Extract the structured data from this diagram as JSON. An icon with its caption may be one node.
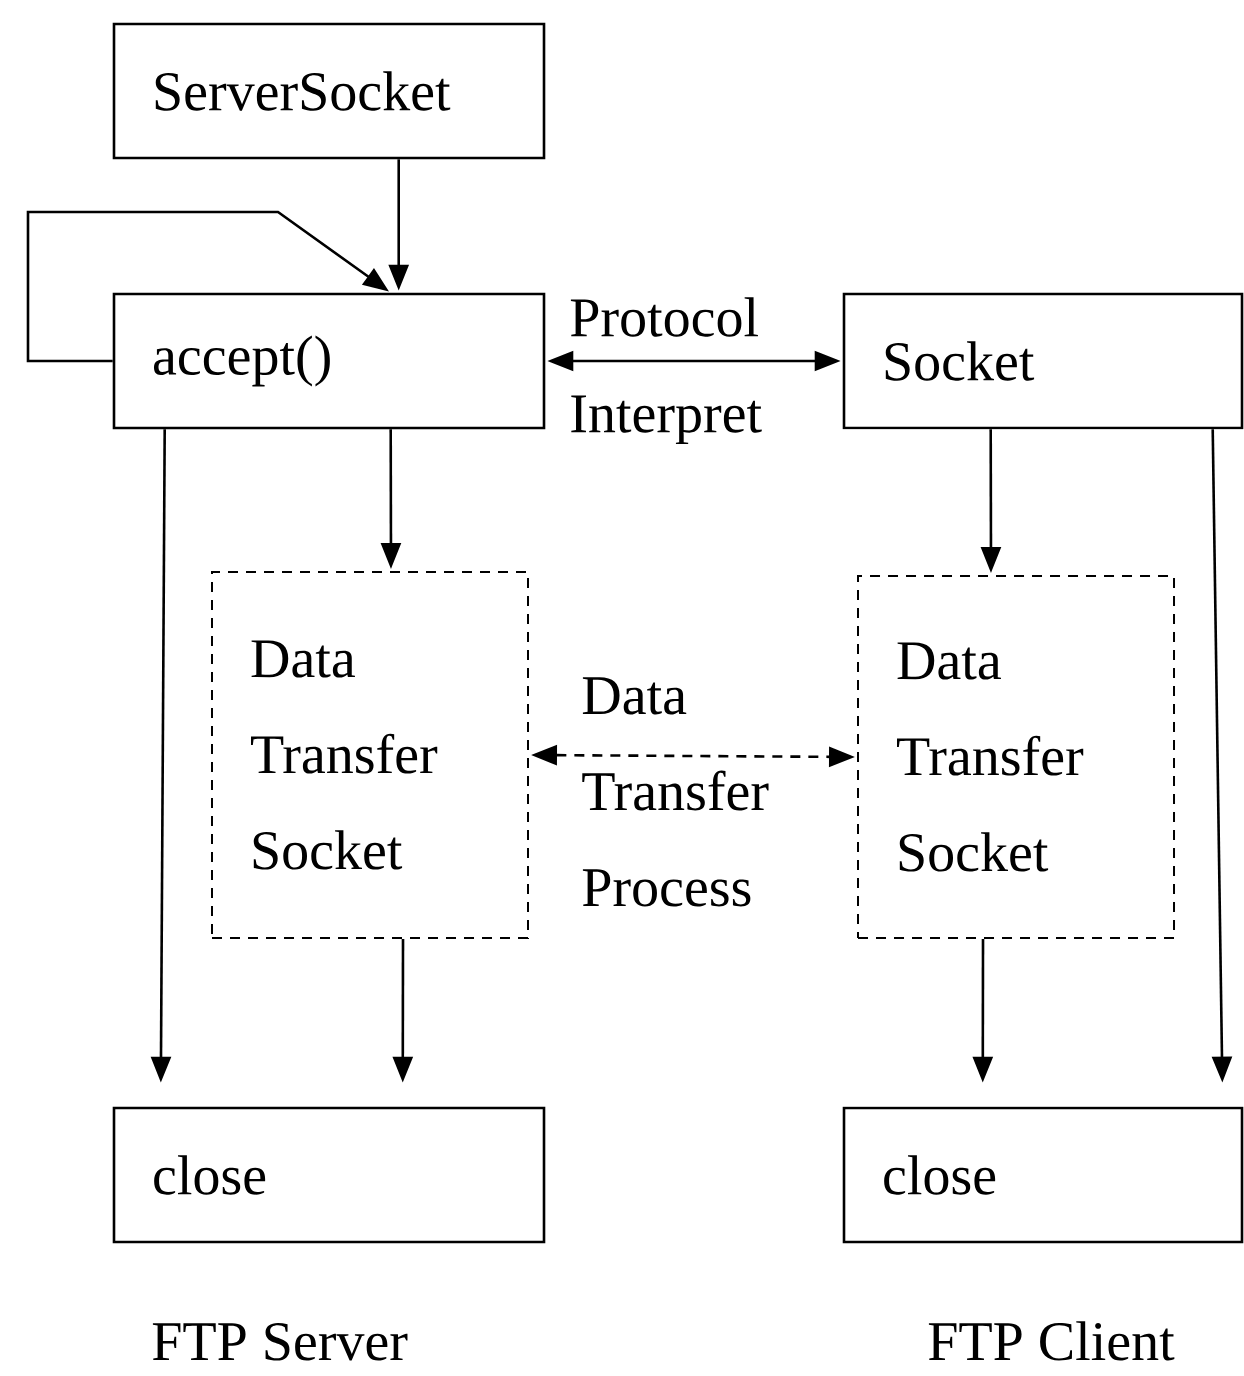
{
  "diagram": {
    "nodes": [
      {
        "text": [
          "ServerSocket"
        ]
      },
      {
        "text": [
          "accept()"
        ]
      },
      {
        "text": [
          "Socket"
        ]
      },
      {
        "text": [
          "Data Transfer Socket"
        ]
      },
      {
        "text": [
          "Data Transfer Socket"
        ]
      },
      {
        "text": [
          "close"
        ]
      },
      {
        "text": [
          "close"
        ]
      }
    ],
    "edges": [
      {
        "from": 0,
        "to": 1,
        "arrow": "to"
      },
      {
        "from": 1,
        "to": 1,
        "arrow": "to"
      },
      {
        "from": 1,
        "to": 2,
        "arrow": "both",
        "label": "Protocol Interpret"
      },
      {
        "from": 1,
        "to": 3,
        "arrow": "to"
      },
      {
        "from": 2,
        "to": 4,
        "arrow": "to"
      },
      {
        "from": 3,
        "to": 4,
        "arrow": "both",
        "style": "dashed",
        "label": "Data Transfer Process"
      },
      {
        "from": 1,
        "to": 5,
        "arrow": "to"
      },
      {
        "from": 3,
        "to": 5,
        "arrow": "to"
      },
      {
        "from": 4,
        "to": 6,
        "arrow": "to"
      },
      {
        "from": 2,
        "to": 6,
        "arrow": "to"
      }
    ],
    "labels": [
      "FTP Server",
      "FTP Client"
    ]
  }
}
